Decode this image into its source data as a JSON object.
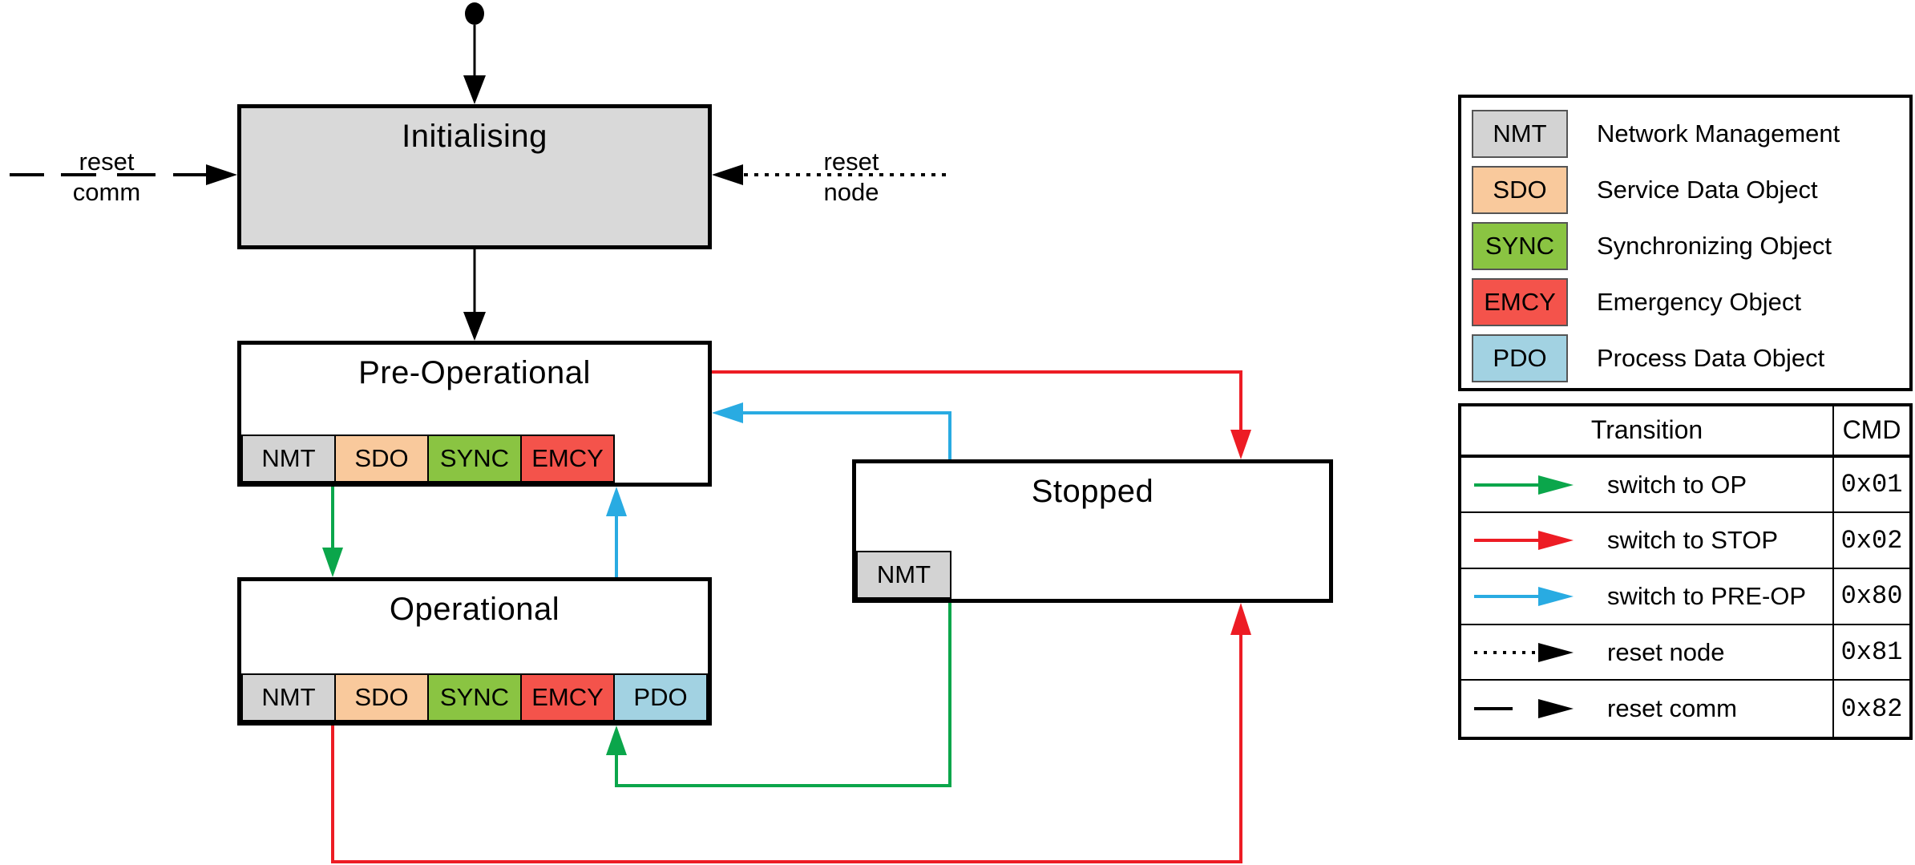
{
  "colors": {
    "nmt": "#d3d3d3",
    "sdo": "#f9c99c",
    "sync": "#8ac442",
    "emcy": "#f4534b",
    "pdo": "#a2d2e2",
    "state_fill": "#d9d9d9",
    "green": "#0ba64b",
    "red": "#ed1c24",
    "blue": "#29abe2",
    "black": "#000000"
  },
  "states": {
    "initialising": {
      "title": "Initialising"
    },
    "pre_operational": {
      "title": "Pre-Operational",
      "tabs": [
        "NMT",
        "SDO",
        "SYNC",
        "EMCY"
      ]
    },
    "operational": {
      "title": "Operational",
      "tabs": [
        "NMT",
        "SDO",
        "SYNC",
        "EMCY",
        "PDO"
      ]
    },
    "stopped": {
      "title": "Stopped",
      "tabs": [
        "NMT"
      ]
    }
  },
  "external_transitions": {
    "reset_comm": {
      "line1": "reset",
      "line2": "comm"
    },
    "reset_node": {
      "line1": "reset",
      "line2": "node"
    }
  },
  "legend": {
    "items": [
      {
        "abbr": "NMT",
        "label": "Network Management"
      },
      {
        "abbr": "SDO",
        "label": "Service Data Object"
      },
      {
        "abbr": "SYNC",
        "label": "Synchronizing Object"
      },
      {
        "abbr": "EMCY",
        "label": "Emergency Object"
      },
      {
        "abbr": "PDO",
        "label": "Process Data Object"
      }
    ]
  },
  "transition_table": {
    "headers": {
      "transition": "Transition",
      "cmd": "CMD"
    },
    "rows": [
      {
        "label": "switch to OP",
        "cmd": "0x01",
        "style": "solid",
        "color": "green"
      },
      {
        "label": "switch to STOP",
        "cmd": "0x02",
        "style": "solid",
        "color": "red"
      },
      {
        "label": "switch to PRE-OP",
        "cmd": "0x80",
        "style": "solid",
        "color": "blue"
      },
      {
        "label": "reset node",
        "cmd": "0x81",
        "style": "dotted",
        "color": "black"
      },
      {
        "label": "reset comm",
        "cmd": "0x82",
        "style": "broken",
        "color": "black"
      }
    ]
  }
}
